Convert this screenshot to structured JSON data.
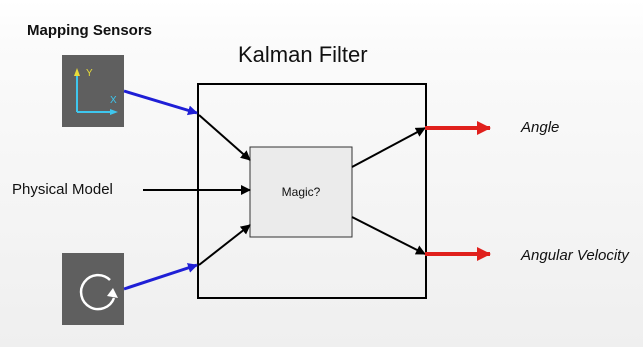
{
  "labels": {
    "mapping_sensors": "Mapping Sensors",
    "kalman_filter": "Kalman Filter",
    "physical_model": "Physical Model",
    "magic": "Magic?",
    "angle": "Angle",
    "angular_velocity": "Angular Velocity",
    "axis_y": "Y",
    "axis_x": "X"
  },
  "colors": {
    "sensor_box": "#5f5f5f",
    "axes": "#3ec6ee",
    "axis_y_arrow": "#e8dc3a",
    "input_wire": "#1f1fd6",
    "output_arrow": "#e0201c",
    "magic_box": "#ebebeb"
  },
  "icons": {
    "sensor_1": "xy-axes-icon",
    "sensor_2": "rotation-arrow-icon"
  }
}
